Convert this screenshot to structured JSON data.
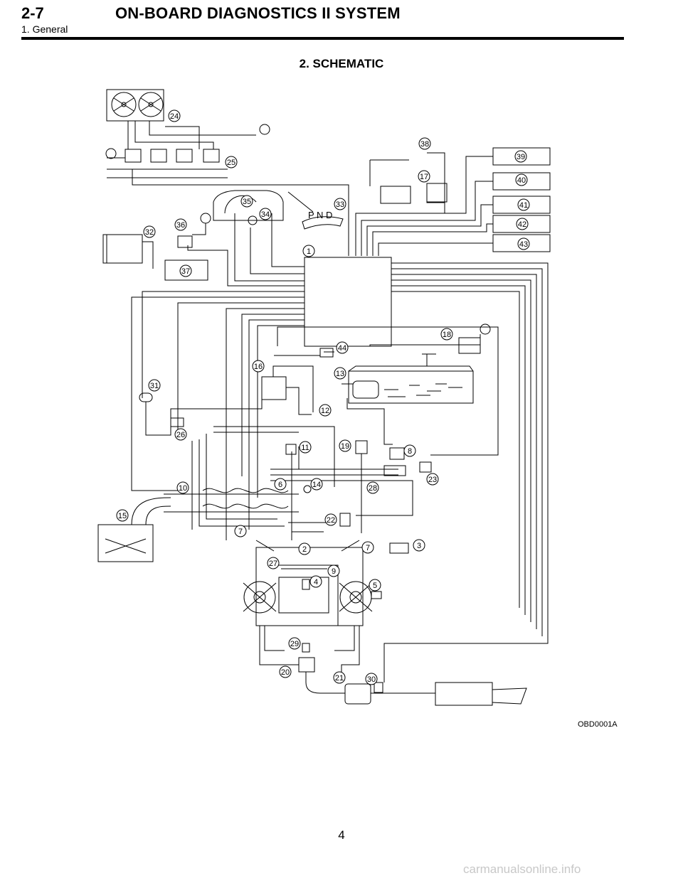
{
  "header": {
    "section_number": "2-7",
    "section_title": "ON-BOARD DIAGNOSTICS II SYSTEM",
    "subsection": "1. General"
  },
  "figure": {
    "title": "2. SCHEMATIC",
    "code": "OBD0001A",
    "callouts": [
      "1",
      "2",
      "3",
      "4",
      "5",
      "6",
      "7",
      "7",
      "8",
      "9",
      "10",
      "11",
      "12",
      "13",
      "14",
      "15",
      "16",
      "17",
      "18",
      "19",
      "20",
      "21",
      "22",
      "23",
      "24",
      "25",
      "26",
      "27",
      "28",
      "29",
      "30",
      "31",
      "32",
      "33",
      "34",
      "35",
      "36",
      "37",
      "38",
      "39",
      "40",
      "41",
      "42",
      "43",
      "44"
    ],
    "gear_letters": "P N D"
  },
  "footer": {
    "page_number": "4",
    "watermark": "carmanualsonline.info"
  }
}
